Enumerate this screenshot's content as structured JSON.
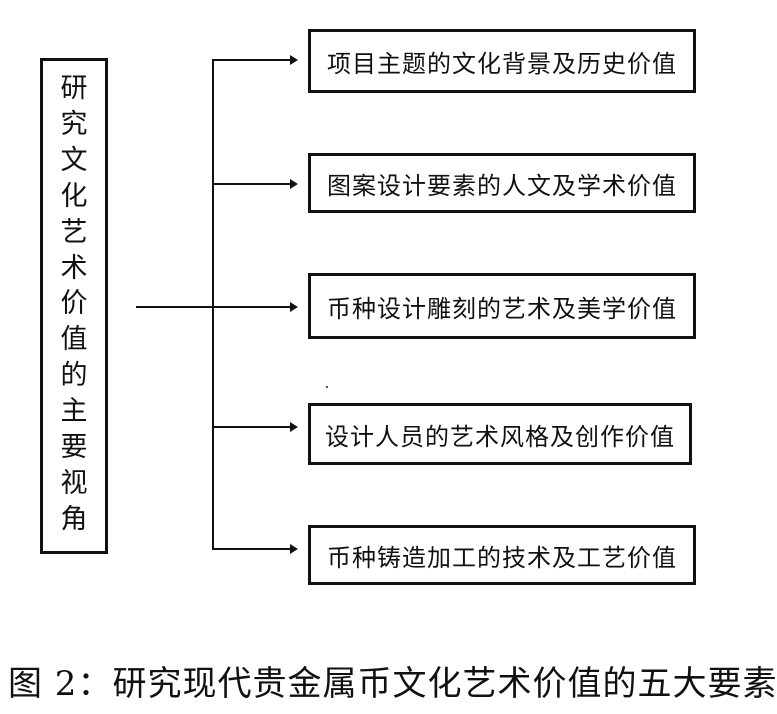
{
  "root": {
    "chars": [
      "研",
      "究",
      "文",
      "化",
      "艺",
      "术",
      "价",
      "值",
      "的",
      "主",
      "要",
      "视",
      "角"
    ]
  },
  "branches": [
    {
      "label": "项目主题的文化背景及历史价值"
    },
    {
      "label": "图案设计要素的人文及学术价值"
    },
    {
      "label": "币种设计雕刻的艺术及美学价值"
    },
    {
      "label": "设计人员的艺术风格及创作价值"
    },
    {
      "label": "币种铸造加工的技术及工艺价值"
    }
  ],
  "caption": "图 2：研究现代贵金属币文化艺术价值的五大要素"
}
